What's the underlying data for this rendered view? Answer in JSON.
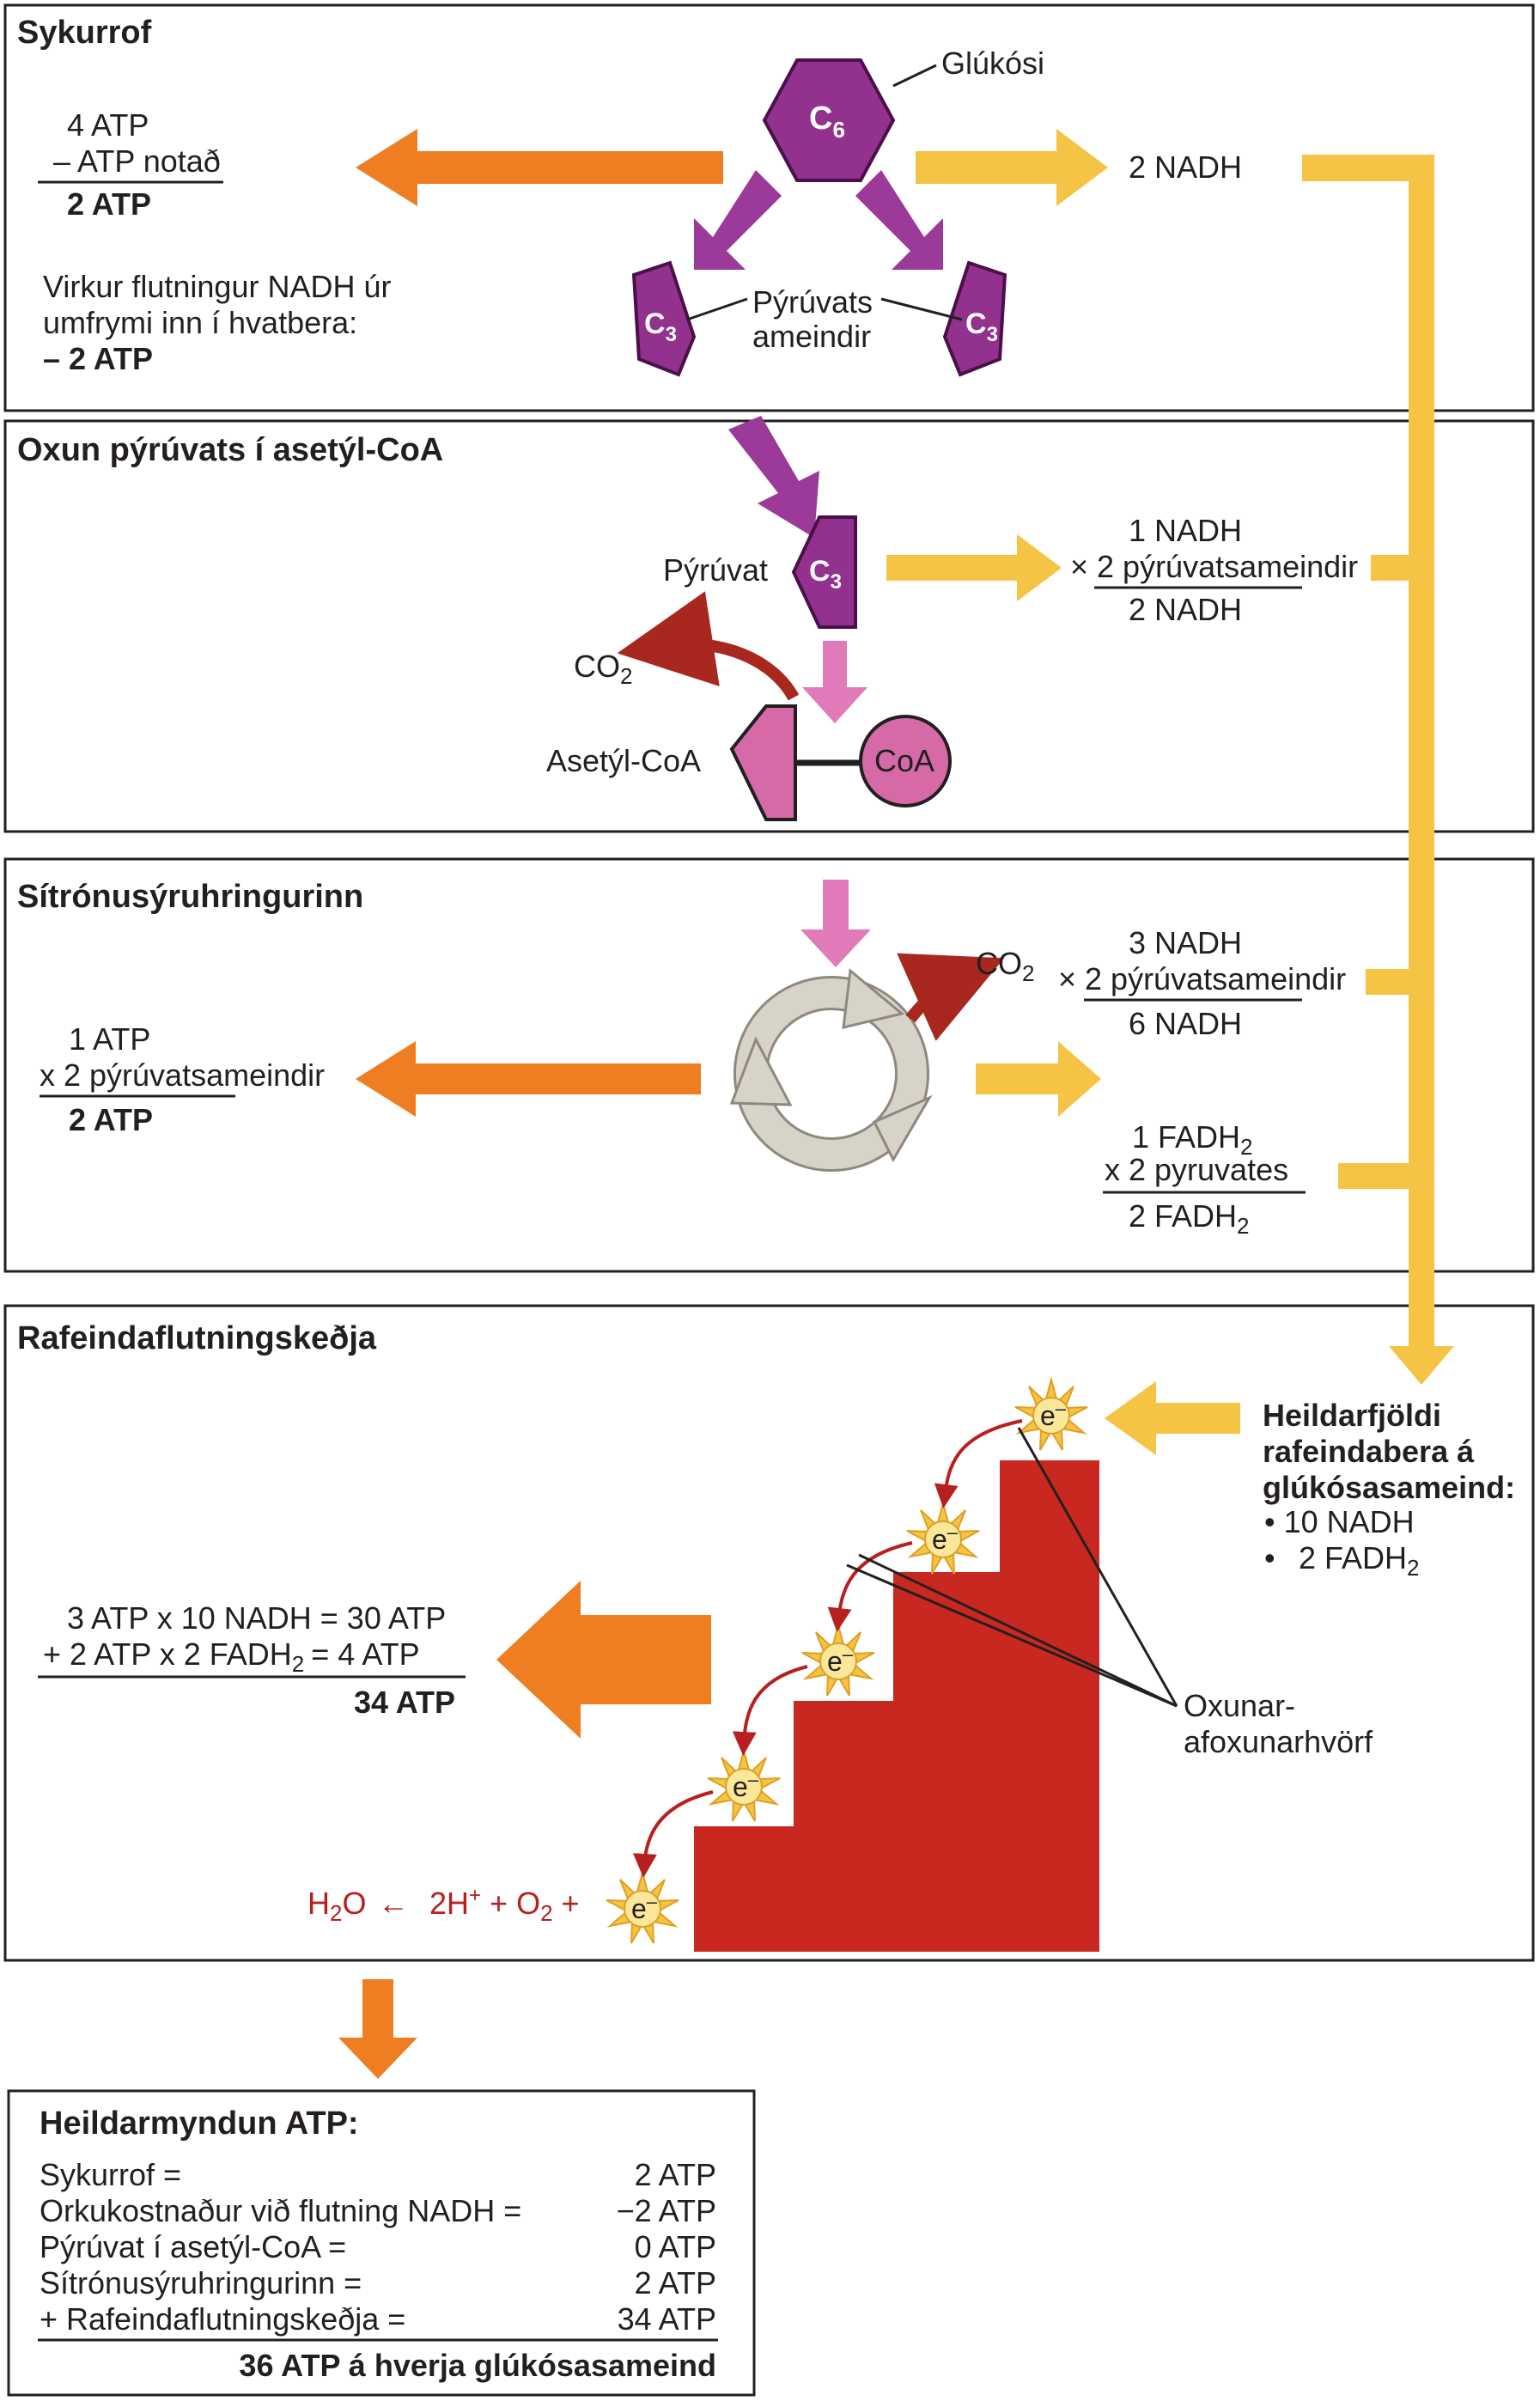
{
  "colors": {
    "orange": "#ef7d22",
    "yellow": "#f6c445",
    "purple": "#93318f",
    "purple_arrow": "#9b3a98",
    "pink": "#d56aa6",
    "pink_arrow": "#e07ab8",
    "dark_red_arrow": "#a8281f",
    "stair_red": "#c8281f",
    "cycle_grey": "#d8d3c9",
    "electron_yellow": "#f6c445"
  },
  "icons": {
    "glucose": "hexagon-c6-icon",
    "pyruvate": "pentagon-c3-icon",
    "acetyl": "pentagon-icon",
    "coa": "circle-icon",
    "cycle": "circular-arrows-icon",
    "electron": "starburst-electron-icon"
  },
  "glycolysis": {
    "title": "Sykurrof",
    "atp_line1": "4 ATP",
    "atp_line2": "– ATP notað",
    "atp_total": "2 ATP",
    "transport_line1": "Virkur flutningur NADH úr",
    "transport_line2": "umfrymi inn í hvatbera:",
    "transport_total": "– 2 ATP",
    "glucose_label": "Glúkósi",
    "glucose_c": "C",
    "glucose_sub": "6",
    "pyruvate_c": "C",
    "pyruvate_sub": "3",
    "pyruvate_label_line1": "Pýrúvats",
    "pyruvate_label_line2": "ameindir",
    "nadh": "2 NADH"
  },
  "oxidation": {
    "title": "Oxun pýrúvats í asetýl-CoA",
    "pyruvate_label": "Pýrúvat",
    "c": "C",
    "sub": "3",
    "co2": "CO",
    "co2_sub": "2",
    "acetyl_label": "Asetýl-CoA",
    "coa": "CoA",
    "nadh_line1": "1 NADH",
    "nadh_line2": "× 2 pýrúvatsameindir",
    "nadh_total": "2 NADH"
  },
  "citric": {
    "title": "Sítrónusýruhringurinn",
    "co2": "CO",
    "co2_sub": "2",
    "atp_line1": "1 ATP",
    "atp_line2": "x 2 pýrúvatsameindir",
    "atp_total": "2 ATP",
    "nadh_line1": "3 NADH",
    "nadh_line2": "× 2 pýrúvatsameindir",
    "nadh_total": "6 NADH",
    "fadh_line1": "1 FADH",
    "fadh_sub": "2",
    "fadh_line2": "x 2 pyruvates",
    "fadh_total": "2 FADH"
  },
  "etc": {
    "title": "Rafeindaflutningskeðja",
    "carriers_line1": "Heildarfjöldi",
    "carriers_line2": "rafeindabera á",
    "carriers_line3": "glúkósasameind:",
    "carriers_nadh": "• 10 NADH",
    "carriers_fadh_bullet": "•",
    "carriers_fadh": "2 FADH",
    "carriers_fadh_sub": "2",
    "calc_line1": "3 ATP x 10 NADH = 30 ATP",
    "calc_line2_a": "+ 2 ATP x 2 FADH",
    "calc_line2_sub": "2",
    "calc_line2_b": "=    4 ATP",
    "calc_total": "34 ATP",
    "electron": "e",
    "electron_sup": "–",
    "redox_line1": "Oxunar-",
    "redox_line2": "afoxunarhvörf",
    "water_h": "H",
    "water_sub": "2",
    "water_o": "O",
    "arrow_glyph": "←",
    "protons_a": "2H",
    "protons_sup": "+",
    "protons_b": " + O",
    "protons_sub": "2",
    "protons_c": " +"
  },
  "summary": {
    "title": "Heildarmyndun ATP:",
    "rows": [
      {
        "label": "Sykurrof =",
        "value": "2 ATP"
      },
      {
        "label": "Orkukostnaður við flutning NADH =",
        "value": "−2 ATP"
      },
      {
        "label": "Pýrúvat í asetýl-CoA =",
        "value": "0 ATP"
      },
      {
        "label": "Sítrónusýruhringurinn =",
        "value": "2 ATP"
      },
      {
        "label": "+ Rafeindaflutningskeðja =",
        "value": "34 ATP"
      }
    ],
    "total": "36 ATP á hverja glúkósasameind"
  }
}
